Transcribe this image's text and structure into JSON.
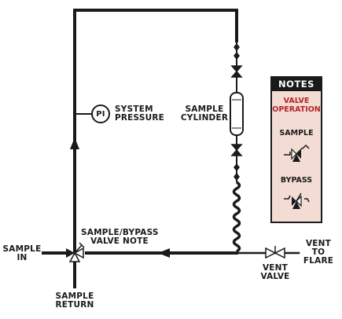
{
  "labels": {
    "system_pressure": [
      "SYSTEM",
      "PRESSURE"
    ],
    "pi": "PI",
    "sample_cylinder": [
      "SAMPLE",
      "CYLINDER"
    ],
    "sample_in": [
      "SAMPLE",
      "IN"
    ],
    "sample_bypass_note": [
      "SAMPLE/BYPASS",
      "VALVE NOTE"
    ],
    "sample_return": [
      "SAMPLE",
      "RETURN"
    ],
    "vent_valve": [
      "VENT",
      "VALVE"
    ],
    "vent_to_flare": [
      "VENT",
      "TO",
      "FLARE"
    ]
  },
  "notes": {
    "header": "NOTES",
    "title": [
      "VALVE",
      "OPERATION"
    ],
    "sample": "SAMPLE",
    "bypass": "BYPASS"
  },
  "colors": {
    "line": "#1a1a1a",
    "notes_bg": "#f3dcd3",
    "notes_title": "#b3262b"
  },
  "icons": [
    "pressure-indicator-icon",
    "three-way-valve-icon",
    "vent-valve-icon",
    "flow-arrow-icon"
  ]
}
